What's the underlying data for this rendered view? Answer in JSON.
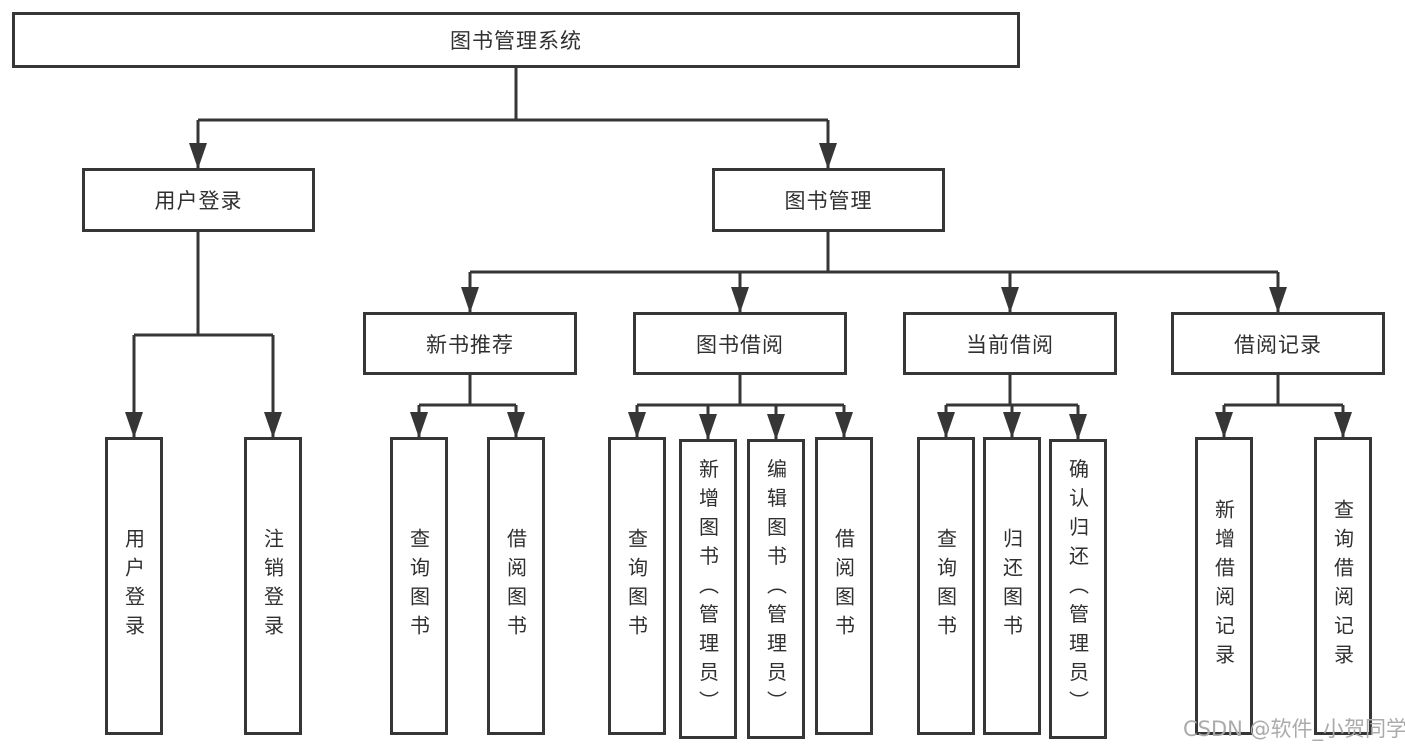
{
  "tree": {
    "label": "图书管理系统",
    "children": [
      {
        "label": "用户登录",
        "children": [
          {
            "label": "用户登录"
          },
          {
            "label": "注销登录"
          }
        ]
      },
      {
        "label": "图书管理",
        "children": [
          {
            "label": "新书推荐",
            "children": [
              {
                "label": "查询图书"
              },
              {
                "label": "借阅图书"
              }
            ]
          },
          {
            "label": "图书借阅",
            "children": [
              {
                "label": "查询图书"
              },
              {
                "label": "新增图书（管理员）"
              },
              {
                "label": "编辑图书（管理员）"
              },
              {
                "label": "借阅图书"
              }
            ]
          },
          {
            "label": "当前借阅",
            "children": [
              {
                "label": "查询图书"
              },
              {
                "label": "归还图书"
              },
              {
                "label": "确认归还（管理员）"
              }
            ]
          },
          {
            "label": "借阅记录",
            "children": [
              {
                "label": "新增借阅记录"
              },
              {
                "label": "查询借阅记录"
              }
            ]
          }
        ]
      }
    ]
  },
  "watermark": "CSDN @软件_小贺同学",
  "colors": {
    "line": "#363636",
    "text": "#303030",
    "watermark": "#ababab",
    "background": "#ffffff"
  }
}
